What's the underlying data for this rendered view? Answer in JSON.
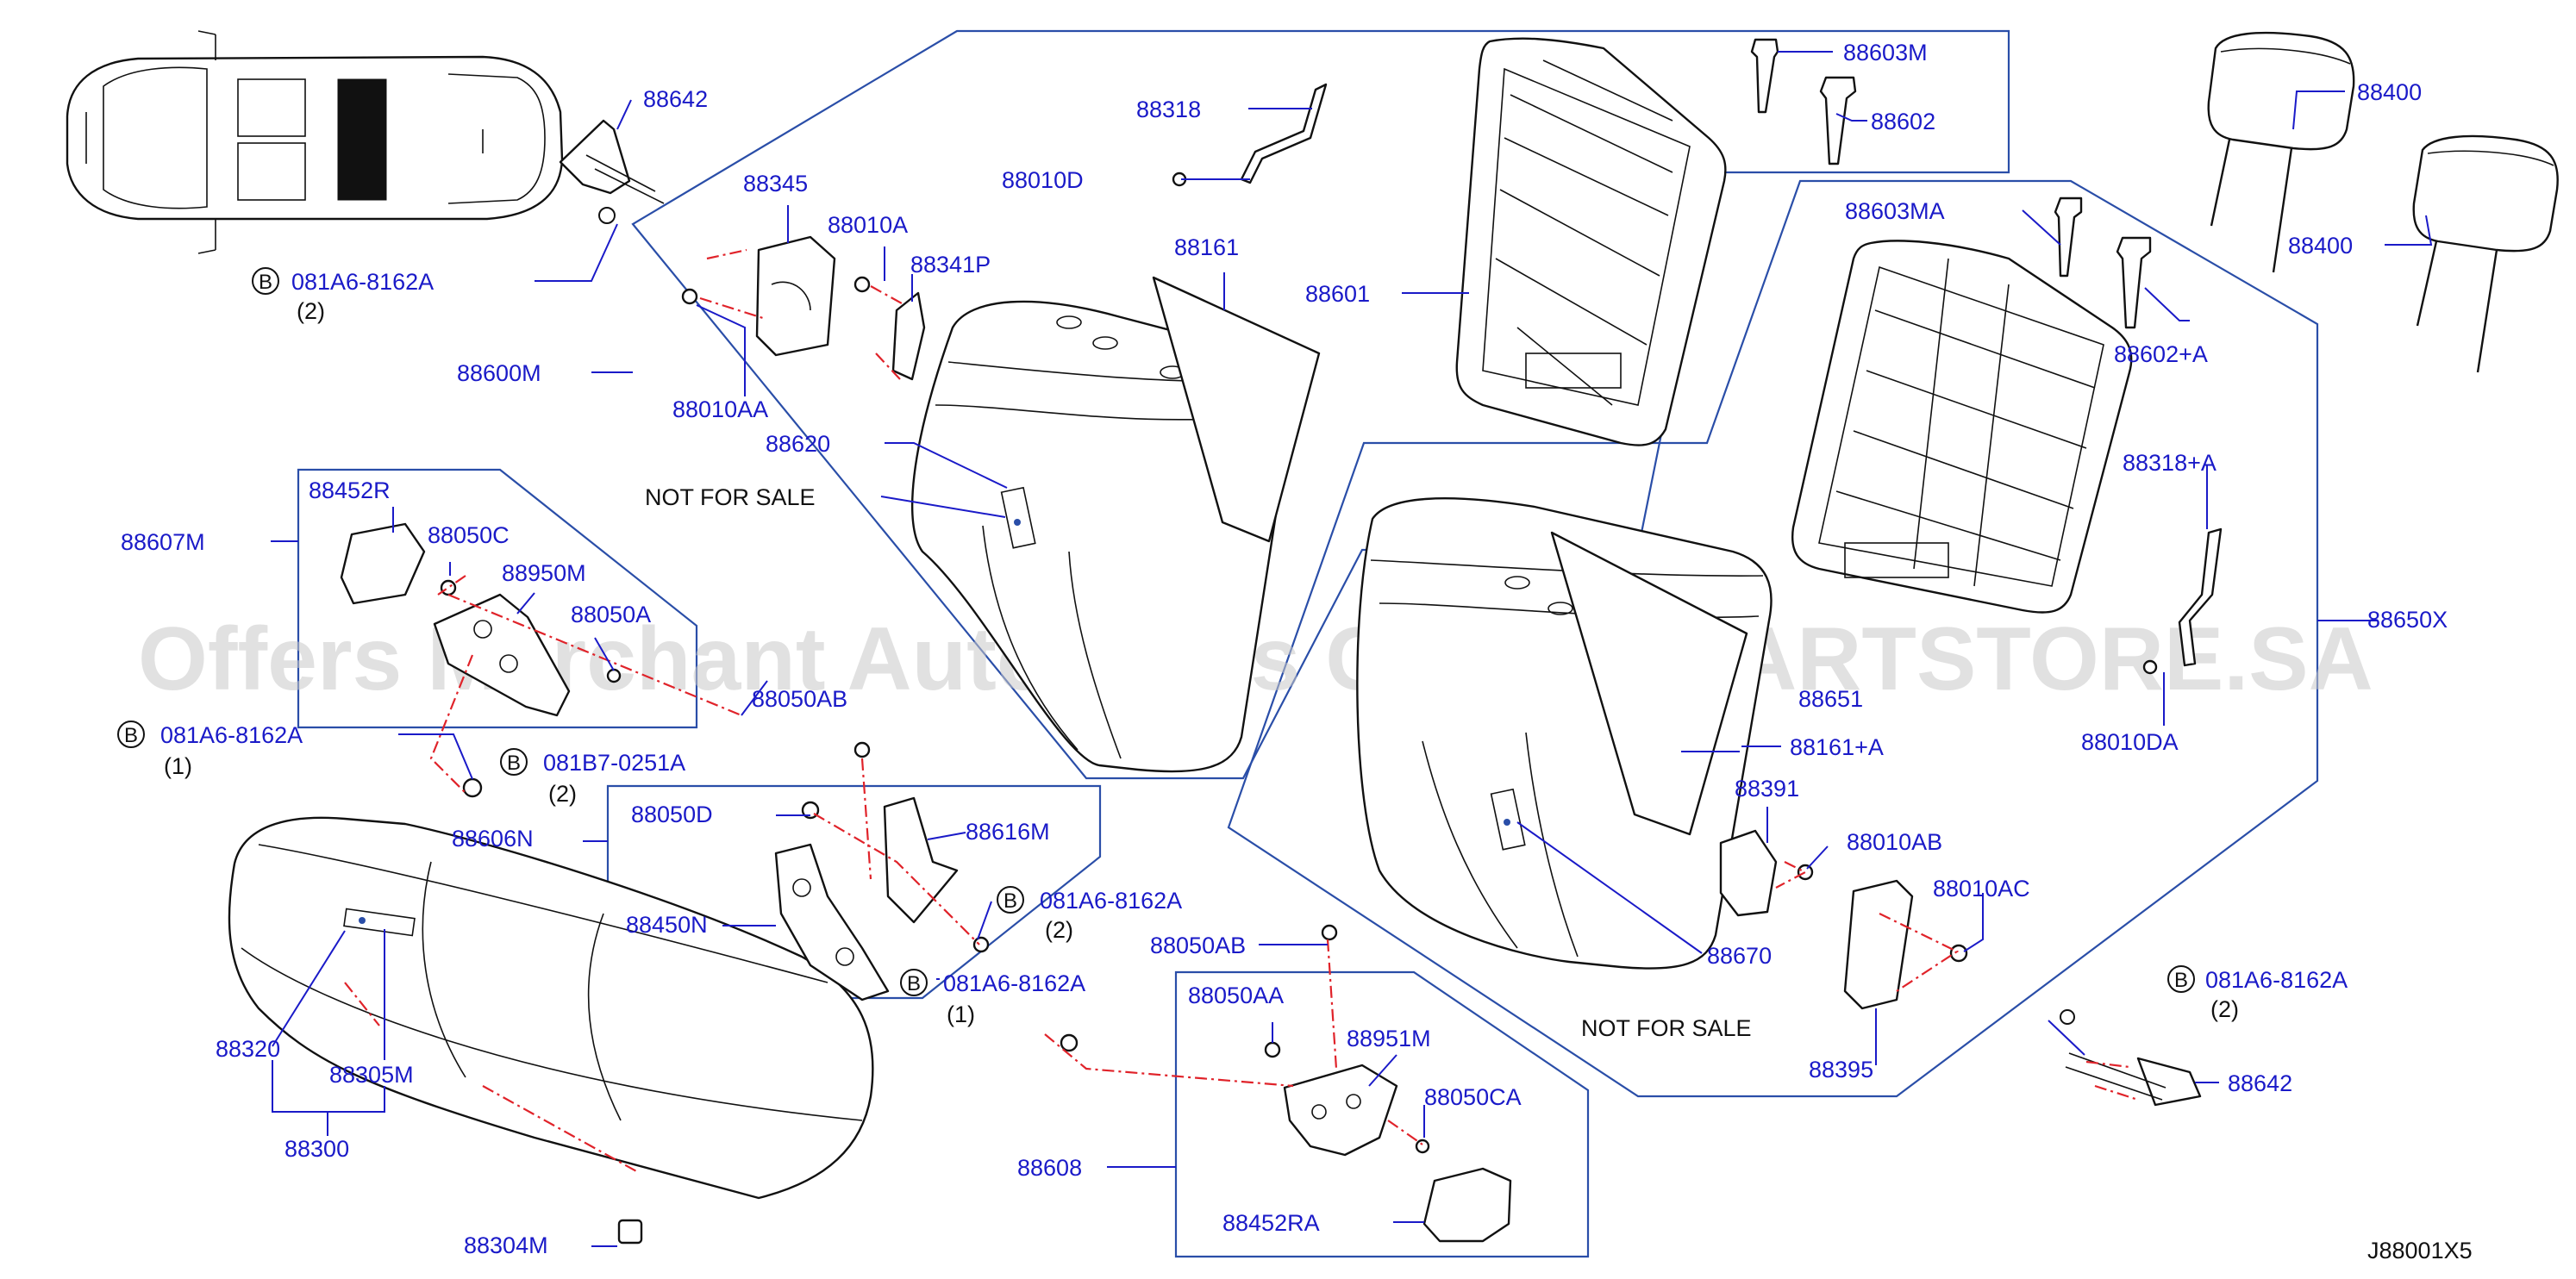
{
  "watermark": "Offers Merchant Auto Parts Catalog PARTSTORE.SA",
  "diagram_code": "J88001X5",
  "not_for_sale": "NOT  FOR  SALE",
  "bolt_symbol": "B",
  "labels": {
    "p88642_top": "88642",
    "b081a6_top": "081A6-8162A",
    "qty2_top": "(2)",
    "p88600M": "88600M",
    "p88345": "88345",
    "p88010A": "88010A",
    "p88341P": "88341P",
    "p88010AA": "88010AA",
    "p88318": "88318",
    "p88010D": "88010D",
    "p88161": "88161",
    "p88620": "88620",
    "p88603M": "88603M",
    "p88602": "88602",
    "p88601": "88601",
    "p88400_a": "88400",
    "p88400_b": "88400",
    "p88603MA": "88603MA",
    "p88602A": "88602+A",
    "p88318A": "88318+A",
    "p88650X": "88650X",
    "p88010DA": "88010DA",
    "p88651": "88651",
    "p88161A": "88161+A",
    "p88391": "88391",
    "p88010AB": "88010AB",
    "p88010AC": "88010AC",
    "p88670": "88670",
    "p88395": "88395",
    "b081a6_right": "081A6-8162A",
    "qty2_right": "(2)",
    "p88642_right": "88642",
    "p88607M": "88607M",
    "p88452R": "88452R",
    "p88050C": "88050C",
    "p88950M": "88950M",
    "p88050A": "88050A",
    "p88050AB_left": "88050AB",
    "b081a6_left": "081A6-8162A",
    "qty1_left": "(1)",
    "b081b7": "081B7-0251A",
    "qty2_b7": "(2)",
    "p88606N": "88606N",
    "p88050D": "88050D",
    "p88616M": "88616M",
    "p88450N": "88450N",
    "b081a6_mid2": "081A6-8162A",
    "qty2_mid": "(2)",
    "b081a6_mid1": "081A6-8162A",
    "qty1_mid": "(1)",
    "p88050AB_mid": "88050AB",
    "p88050AA": "88050AA",
    "p88951M": "88951M",
    "p88050CA": "88050CA",
    "p88608": "88608",
    "p88452RA": "88452RA",
    "p88320": "88320",
    "p88305M": "88305M",
    "p88300": "88300",
    "p88304M": "88304M"
  }
}
